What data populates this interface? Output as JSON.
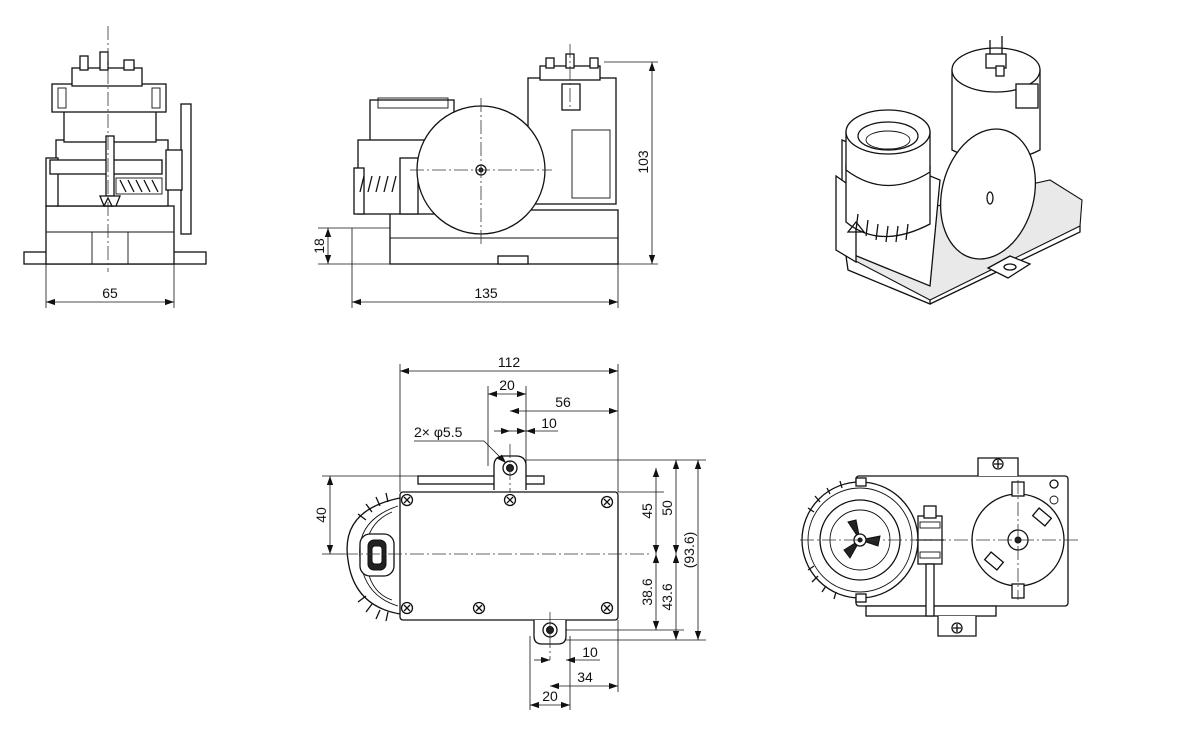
{
  "dimensions": {
    "front_width": "65",
    "side_length": "135",
    "side_height": "103",
    "side_base": "18",
    "plan_length": "112",
    "plan_hole_pitch": "20",
    "plan_hole_offset": "56",
    "plan_hole_small": "10",
    "plan_holes": "2× φ5.5",
    "plan_left_height": "40",
    "plan_upper_45": "45",
    "plan_upper_50": "50",
    "plan_total": "(93.6)",
    "plan_lower_386": "38.6",
    "plan_lower_436": "43.6",
    "plan_bottom_10": "10",
    "plan_bottom_34": "34",
    "plan_bottom_20": "20"
  }
}
